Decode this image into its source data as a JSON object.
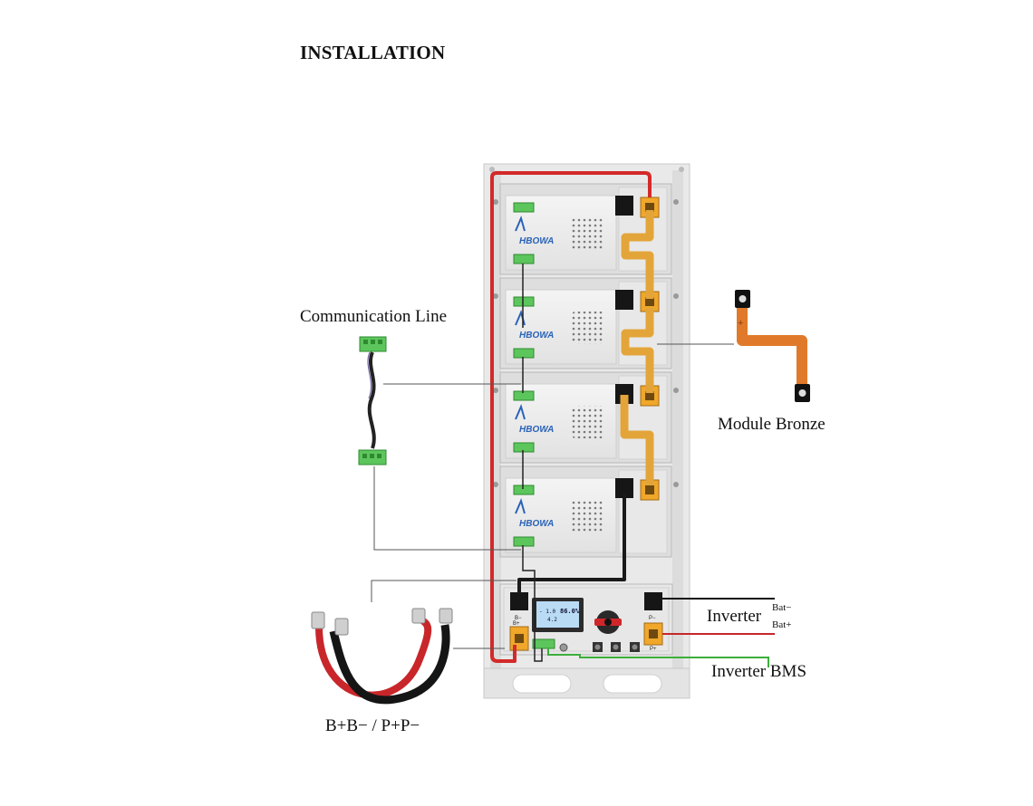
{
  "title": "INSTALLATION",
  "labels": {
    "communication_line": "Communication Line",
    "module_bronze": "Module Bronze",
    "inverter": "Inverter",
    "bat_minus": "Bat−",
    "bat_plus": "Bat+",
    "inverter_bms": "Inverter BMS",
    "power_cables": "B+B− / P+P−"
  },
  "rack": {
    "brand": "HBOWA",
    "module_count": 4,
    "control_unit": {
      "lcd_percent": "86.0%",
      "lcd_line1": "- 1.0",
      "lcd_line2": "4.2",
      "b_minus": "B−",
      "b_plus": "B+",
      "p_minus": "P−",
      "p_plus": "P+"
    }
  },
  "colors": {
    "positive_cable": "#d32a2a",
    "negative_cable": "#1a1a1a",
    "bms_line": "#3cae3c",
    "busbar": "#e3a53a",
    "connector": "#f0a72a",
    "comm_port": "#5cc65c",
    "logo": "#2a63b8"
  }
}
